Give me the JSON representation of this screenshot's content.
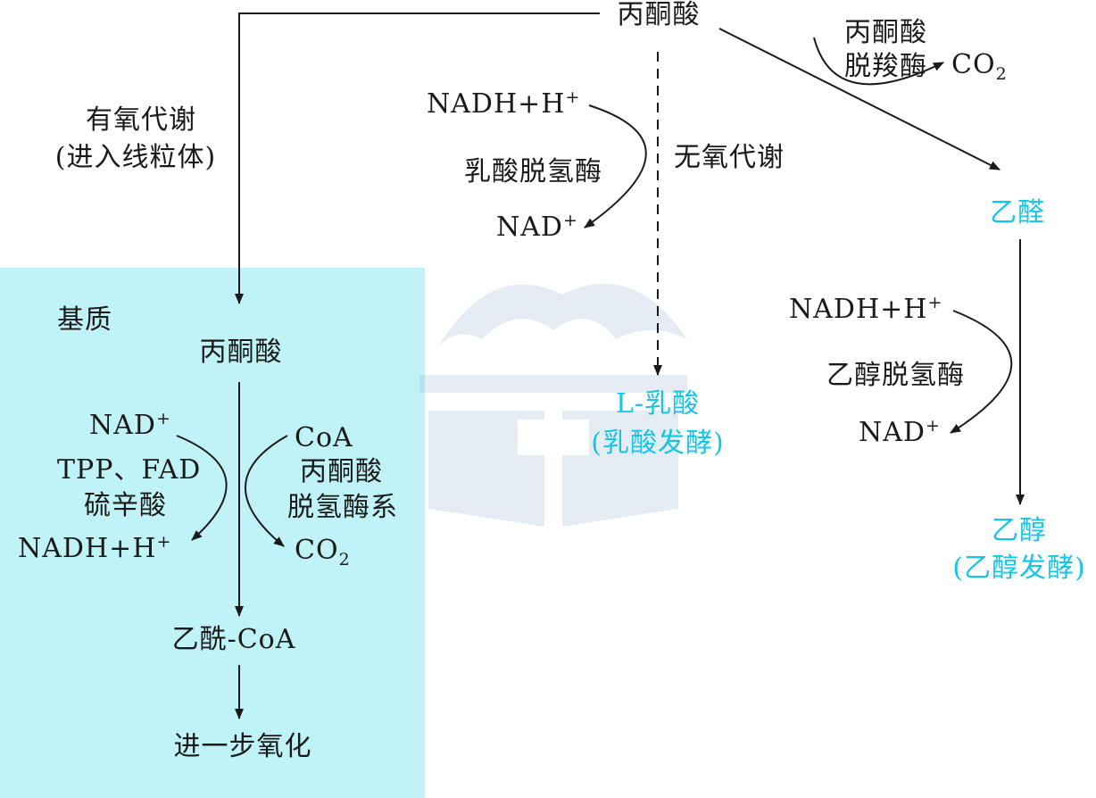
{
  "diagram": {
    "top": {
      "pyruvate": "丙酮酸"
    },
    "aerobic": {
      "label_line1": "有氧代谢",
      "label_line2": "(进入线粒体)",
      "matrix_label": "基质",
      "pyruvate": "丙酮酸",
      "nad": "NAD",
      "nad_sup": "+",
      "cofactors": "TPP、FAD",
      "lipoic": "硫辛酸",
      "nadh": "NADH+H",
      "nadh_sup": "+",
      "coa": "CoA",
      "enzyme_line1": "丙酮酸",
      "enzyme_line2": "脱氢酶系",
      "co2": "CO",
      "co2_sub": "2",
      "acetyl_coa": "乙酰-CoA",
      "further": "进一步氧化"
    },
    "lactate": {
      "nadh": "NADH+H",
      "nadh_sup": "+",
      "enzyme": "乳酸脱氢酶",
      "nad": "NAD",
      "nad_sup": "+",
      "anaerobic": "无氧代谢",
      "product": "L-乳酸",
      "product_note": "(乳酸发酵)"
    },
    "ethanol": {
      "decarb_line1": "丙酮酸",
      "decarb_line2": "脱羧酶",
      "co2": "CO",
      "co2_sub": "2",
      "acetaldehyde": "乙醛",
      "nadh": "NADH+H",
      "nadh_sup": "+",
      "enzyme": "乙醇脱氢酶",
      "nad": "NAD",
      "nad_sup": "+",
      "product": "乙醇",
      "product_note": "(乙醇发酵)"
    }
  },
  "colors": {
    "highlight": "#16c4e6",
    "matrix_fill": "#bff3f8",
    "line": "#1a1a1a"
  },
  "icons": {
    "watermark": "dragon-crest-watermark-icon"
  }
}
